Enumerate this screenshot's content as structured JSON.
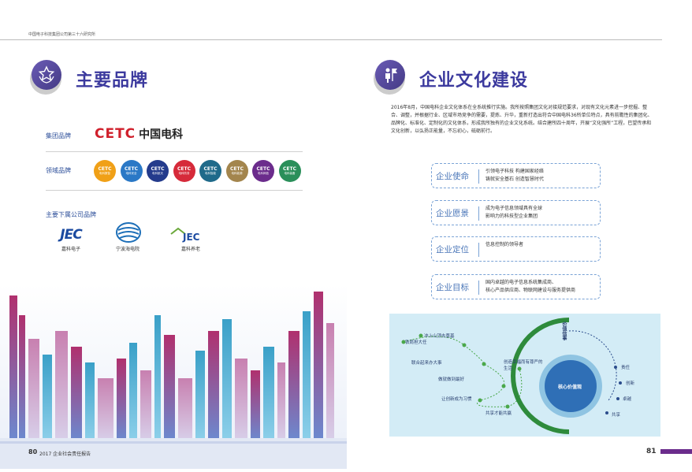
{
  "header": {
    "text": "中国电子科技集团公司第三十六研究所"
  },
  "left": {
    "title": "主要品牌",
    "group_brand_label": "集团品牌",
    "group_logo": {
      "mark": "CETC",
      "name": "中国电科"
    },
    "field_brand_label": "领域品牌",
    "field_brands": [
      {
        "mark": "CETC",
        "name": "电科数智",
        "color": "#f0a017"
      },
      {
        "mark": "CETC",
        "name": "电科安全",
        "color": "#2a78c6"
      },
      {
        "mark": "CETC",
        "name": "电科航天",
        "color": "#243b8c"
      },
      {
        "mark": "CETC",
        "name": "电科防务",
        "color": "#d62a3a"
      },
      {
        "mark": "CETC",
        "name": "电科智能",
        "color": "#1f6a8a"
      },
      {
        "mark": "CETC",
        "name": "电科能源",
        "color": "#a3854d"
      },
      {
        "mark": "CETC",
        "name": "电科网信",
        "color": "#6b2c8c"
      },
      {
        "mark": "CETC",
        "name": "电科装备",
        "color": "#2a8f5a"
      }
    ],
    "sub_label": "主要下属公司品牌",
    "sub_brands": [
      {
        "mark": "JEC",
        "name": "嘉科电子"
      },
      {
        "mark": "",
        "name": "宁波海电院"
      },
      {
        "mark": "JEC",
        "name": "嘉科养老"
      }
    ],
    "footer": {
      "page": "80",
      "text": "2017 企业社会责任报告"
    }
  },
  "right": {
    "title": "企业文化建设",
    "paragraph": "2016年8月，中国电科企业文化体系在全系统推行实施。我所按照集团文化对接规范要求，对现有文化元素进一步挖掘、整合、调整，并根据行业、区域市场竞争的需要，提炼、升华，重新打造出符合中国电科36所单位特点，具有前瞻性的集团化、品牌化、标准化、定制化的文化体系，形成我所独有的企业文化系统。结合建所四十周年，开展“文化强所”工程，巴望传承和文化创新，以弘扬正能量，不忘初心，砥砺前行。",
    "items": [
      {
        "key": "企业使命",
        "lines": [
          "引领电子科技 构建国家经络",
          "铸就安全基石 创造智慧时代"
        ]
      },
      {
        "key": "企业愿景",
        "lines": [
          "成为电子信息领域具有全球",
          "影响力的科技型企业集团"
        ]
      },
      {
        "key": "企业定位",
        "lines": [
          "信息控制的领导者"
        ]
      },
      {
        "key": "企业目标",
        "lines": [
          "国内卓越的电子信息系统集成商、",
          "核心产品供应商、物联网建设与服务提供商"
        ]
      }
    ],
    "diagram": {
      "top_label": "价值信事",
      "core": "核心价值观",
      "values": [
        "责任",
        "创新",
        "卓越",
        "共享"
      ],
      "path": [
        "铁肩担大任",
        "冲上山顶去奠基",
        "联合起来办大事",
        "创造幸福而有尊严的生活",
        "做就做到最好",
        "让创新成为习惯",
        "共享才能共赢"
      ]
    },
    "footer": {
      "page": "81"
    }
  }
}
